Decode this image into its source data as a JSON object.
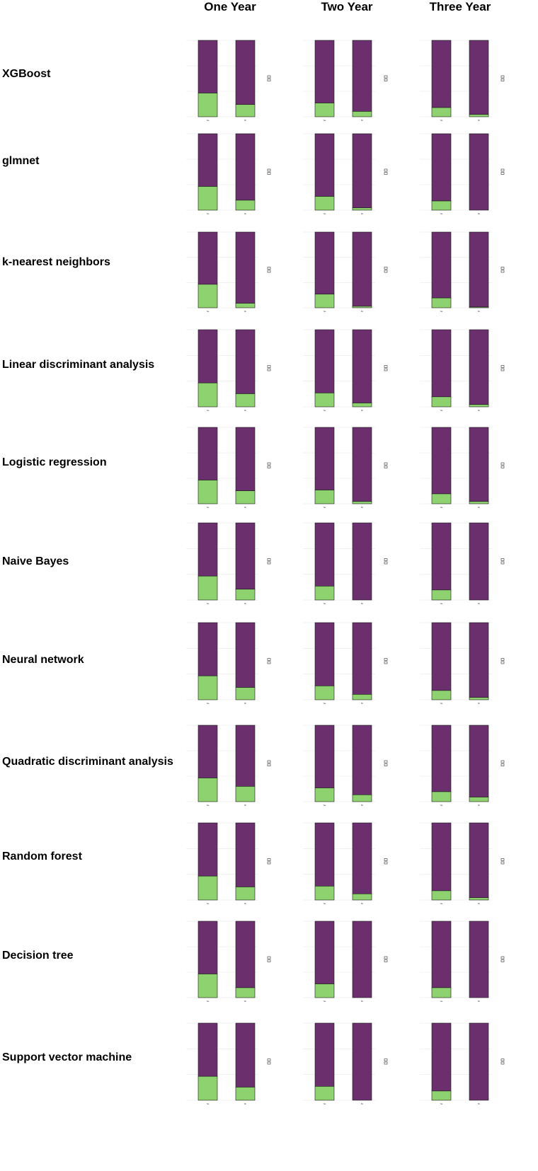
{
  "columns": [
    "One Year",
    "Two Year",
    "Three Year"
  ],
  "rows": [
    "XGBoost",
    "glmnet",
    "k-nearest neighbors",
    "Linear discriminant analysis",
    "Logistic regression",
    "Naive Bayes",
    "Neural network",
    "Quadratic discriminant analysis",
    "Random forest",
    "Decision tree",
    "Support vector machine"
  ],
  "colors": {
    "green": "#8ed16f",
    "purple": "#6b2f6e",
    "outline": "#1a1a1a",
    "grid": "#e6e6e6"
  },
  "chart_data": {
    "type": "bar",
    "stacked": true,
    "normalized": true,
    "categories": [
      "Yes",
      "No"
    ],
    "series_order": [
      "green",
      "purple"
    ],
    "green_fraction": {
      "XGBoost": [
        [
          0.31,
          0.16
        ],
        [
          0.18,
          0.07
        ],
        [
          0.12,
          0.03
        ]
      ],
      "glmnet": [
        [
          0.31,
          0.13
        ],
        [
          0.18,
          0.03
        ],
        [
          0.12,
          0.0
        ]
      ],
      "k-nearest neighbors": [
        [
          0.31,
          0.06
        ],
        [
          0.18,
          0.02
        ],
        [
          0.13,
          0.01
        ]
      ],
      "Linear discriminant analysis": [
        [
          0.31,
          0.17
        ],
        [
          0.18,
          0.05
        ],
        [
          0.13,
          0.03
        ]
      ],
      "Logistic regression": [
        [
          0.31,
          0.17
        ],
        [
          0.18,
          0.03
        ],
        [
          0.13,
          0.03
        ]
      ],
      "Naive Bayes": [
        [
          0.31,
          0.14
        ],
        [
          0.18,
          0.0
        ],
        [
          0.13,
          0.0
        ]
      ],
      "Neural network": [
        [
          0.31,
          0.16
        ],
        [
          0.18,
          0.07
        ],
        [
          0.12,
          0.03
        ]
      ],
      "Quadratic discriminant analysis": [
        [
          0.31,
          0.2
        ],
        [
          0.18,
          0.09
        ],
        [
          0.13,
          0.06
        ]
      ],
      "Random forest": [
        [
          0.31,
          0.17
        ],
        [
          0.18,
          0.08
        ],
        [
          0.12,
          0.03
        ]
      ],
      "Decision tree": [
        [
          0.31,
          0.13
        ],
        [
          0.18,
          0.0
        ],
        [
          0.13,
          0.0
        ]
      ],
      "Support vector machine": [
        [
          0.31,
          0.17
        ],
        [
          0.18,
          0.0
        ],
        [
          0.12,
          0.0
        ]
      ]
    }
  }
}
